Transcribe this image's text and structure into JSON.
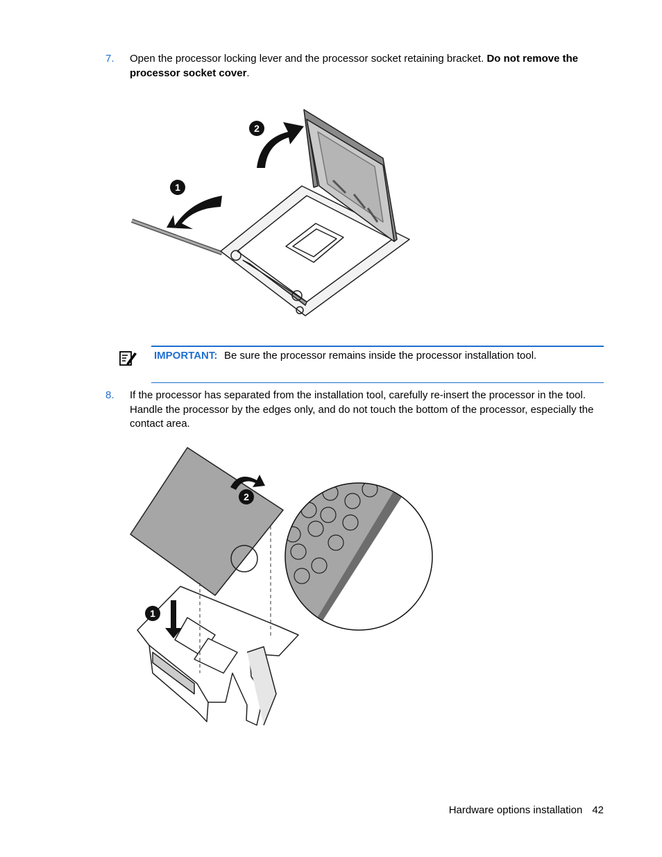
{
  "step7": {
    "number": "7.",
    "text_plain": "Open the processor locking lever and the processor socket retaining bracket. ",
    "text_bold": "Do not remove the processor socket cover",
    "text_end": "."
  },
  "figure1": {
    "callout_1": "1",
    "callout_2": "2"
  },
  "important": {
    "label": "IMPORTANT:",
    "message": "Be sure the processor remains inside the processor installation tool."
  },
  "step8": {
    "number": "8.",
    "text": "If the processor has separated from the installation tool, carefully re-insert the processor in the tool. Handle the processor by the edges only, and do not touch the bottom of the processor, especially the contact area."
  },
  "figure2": {
    "callout_1": "1",
    "callout_2": "2"
  },
  "footer": {
    "section": "Hardware options installation",
    "page": "42"
  },
  "colors": {
    "accent": "#1f6fd0"
  },
  "icons": [
    "important-note-icon"
  ]
}
